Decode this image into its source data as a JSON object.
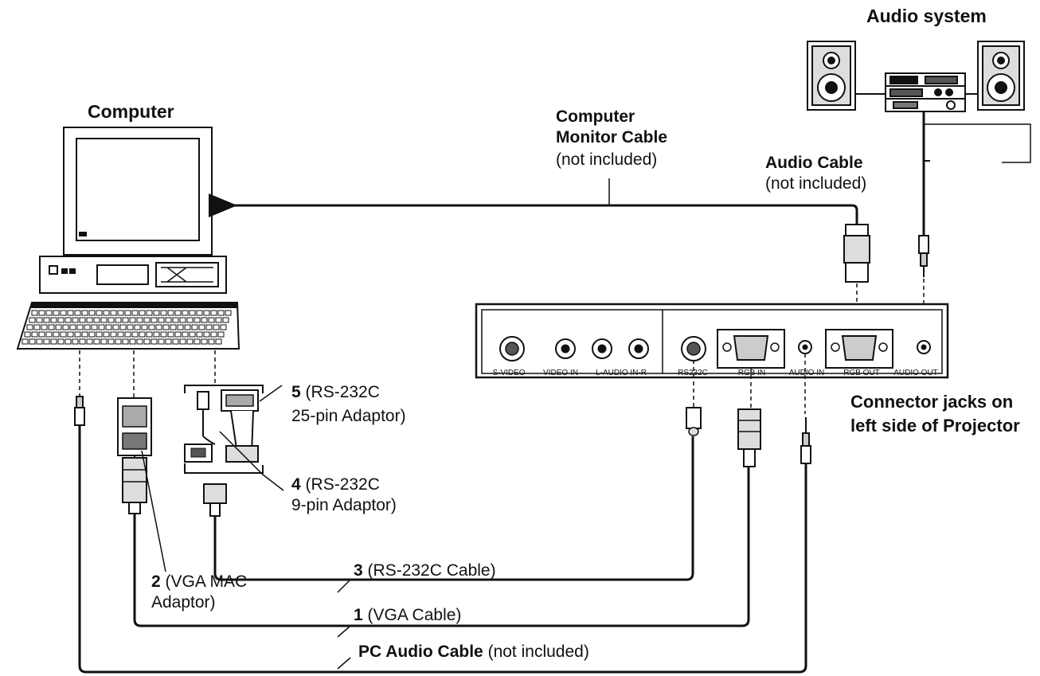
{
  "headings": {
    "audio_system": "Audio system",
    "computer": "Computer"
  },
  "cables": {
    "monitor": {
      "line1": "Computer",
      "line2": "Monitor Cable",
      "note": "(not included)"
    },
    "audio": {
      "name": "Audio Cable",
      "note": "(not included)"
    },
    "rs232c_25pin": {
      "num": "5",
      "line1": "(RS-232C",
      "line2": "25-pin Adaptor)"
    },
    "rs232c_9pin": {
      "num": "4",
      "line1": "(RS-232C",
      "line2": "9-pin Adaptor)"
    },
    "rs232c_cable": {
      "num": "3",
      "text": "(RS-232C Cable)"
    },
    "vga_mac": {
      "num": "2",
      "line1": "(VGA MAC",
      "line2": "Adaptor)"
    },
    "vga_cable": {
      "num": "1",
      "text": "(VGA Cable)"
    },
    "pc_audio": {
      "name": "PC Audio Cable",
      "note": "(not included)"
    }
  },
  "connector_panel": {
    "caption_line1": "Connector jacks on",
    "caption_line2": "left side of Projector",
    "jacks": [
      "S-VIDEO",
      "VIDEO IN",
      "L-AUDIO IN-R",
      "RS232C",
      "RGB IN",
      "AUDIO IN",
      "RGB OUT",
      "AUDIO OUT"
    ]
  }
}
